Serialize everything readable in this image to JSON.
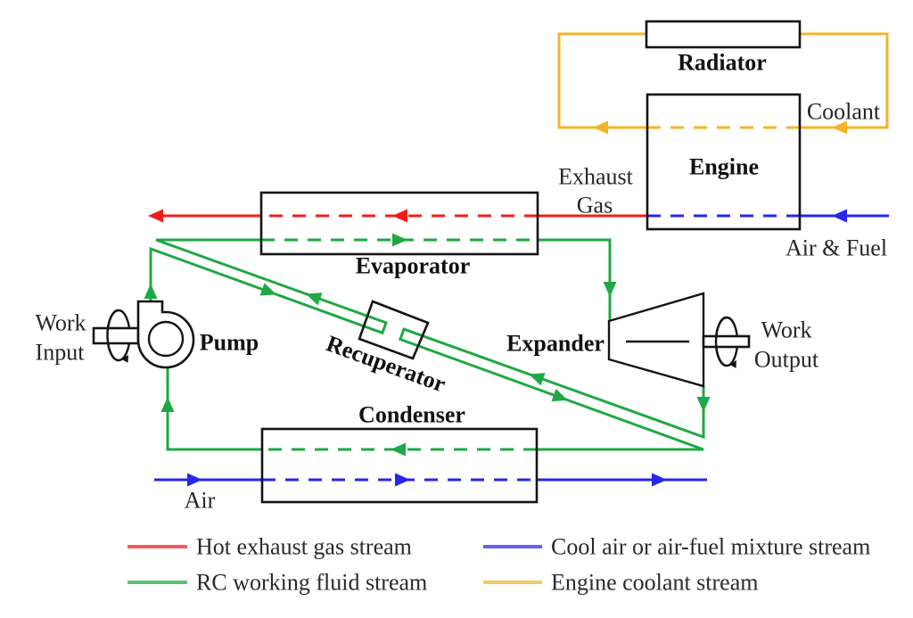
{
  "diagram": {
    "components": {
      "radiator": "Radiator",
      "engine": "Engine",
      "evaporator": "Evaporator",
      "expander": "Expander",
      "pump": "Pump",
      "recuperator": "Recuperator",
      "condenser": "Condenser"
    },
    "stream_labels": {
      "coolant": "Coolant",
      "exhaust_gas": [
        "Exhaust",
        "Gas"
      ],
      "air_and_fuel": "Air & Fuel",
      "air": "Air",
      "work_input": [
        "Work",
        "Input"
      ],
      "work_output": [
        "Work",
        "Output"
      ]
    }
  },
  "legend": [
    {
      "label": "Hot exhaust gas stream",
      "stream": "exhaust"
    },
    {
      "label": "RC working fluid stream",
      "stream": "fluid"
    },
    {
      "label": "Cool air or air-fuel mixture stream",
      "stream": "air"
    },
    {
      "label": "Engine coolant stream",
      "stream": "coolant"
    }
  ],
  "colors": {
    "exhaust": "#f01c1c",
    "fluid": "#1fa843",
    "air": "#2626ee",
    "coolant": "#f5b428",
    "outline": "#141414"
  }
}
